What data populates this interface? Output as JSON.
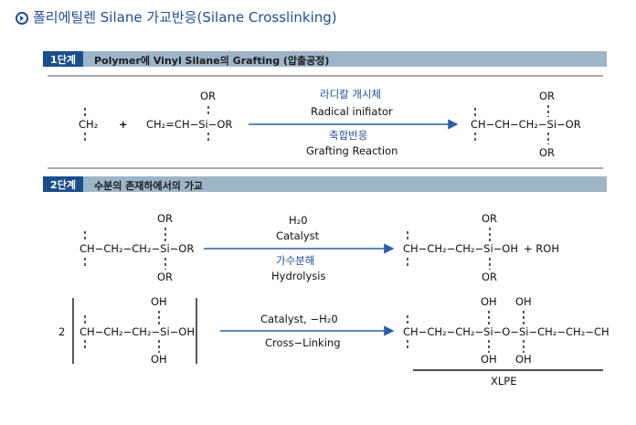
{
  "header": {
    "title": "폴리에틸렌 Silane 가교반응(Silane Crosslinking)"
  },
  "stage1": {
    "tag": "1단계",
    "label": "Polymer에 Vinyl Silane의 Grafting (압출공정)",
    "ch2": "CH₂",
    "plus": "+",
    "silane_or_top": "OR",
    "silane": "CH₂=CH−Si−OR",
    "arrow_top_ko": "라디칼 개시체",
    "arrow_top_en": "Radical inifiator",
    "arrow_bottom_ko": "축합반응",
    "arrow_bottom_en": "Grafting Reaction",
    "product_or_top": "OR",
    "product": "CH−CH−CH₂−Si−OR",
    "product_or_bottom": "OR"
  },
  "stage2": {
    "tag": "2단계",
    "label": "수분의 존재하에서의 가교",
    "hydro": {
      "left_or_top": "OR",
      "left": "CH−CH₂−CH₂−Si−OR",
      "left_or_bottom": "OR",
      "arrow_top1": "H₂0",
      "arrow_top2": "Catalyst",
      "arrow_bottom_ko": "가수분해",
      "arrow_bottom_en": "Hydrolysis",
      "right_or_top": "OR",
      "right": "CH−CH₂−CH₂−Si−OH",
      "right_plus": "+ ROH",
      "right_or_bottom": "OR"
    },
    "cross": {
      "coef": "2",
      "left_oh_top": "OH",
      "left": "CH−CH₂−CH₂−Si−OH",
      "left_oh_bottom": "OH",
      "arrow_top": "Catalyst, −H₂0",
      "arrow_bottom": "Cross−Linking",
      "right_oh_top1": "OH",
      "right_oh_top2": "OH",
      "right": "CH−CH₂−CH₂−Si−O−Si−CH₂−CH₂−CH",
      "right_oh_bottom1": "OH",
      "right_oh_bottom2": "OH",
      "xlpe": "XLPE"
    }
  },
  "colors": {
    "accent_blue": "#1b4f8c",
    "bar": "#9db6c7",
    "arrow": "#2a5ea8"
  }
}
